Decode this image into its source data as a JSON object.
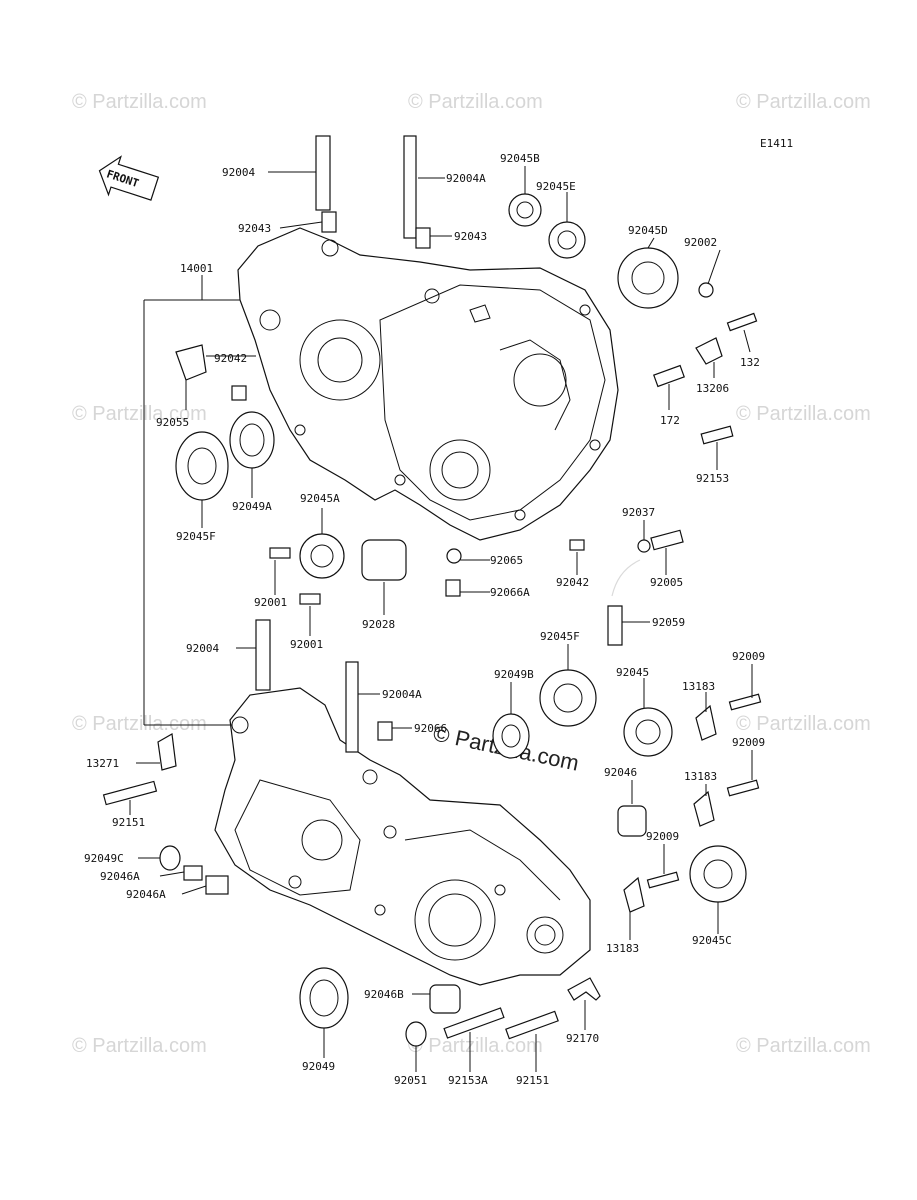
{
  "diagram_code": "E1411",
  "front_label": "FRONT",
  "watermark_text": "© Partzilla.com",
  "labels": {
    "92004_top": "92004",
    "92004A_top": "92004A",
    "92045B": "92045B",
    "92045E": "92045E",
    "92043_l": "92043",
    "92043_r": "92043",
    "92045D": "92045D",
    "92002": "92002",
    "14001": "14001",
    "132": "132",
    "92042_top": "92042",
    "13206": "13206",
    "92055": "92055",
    "172": "172",
    "92049A": "92049A",
    "92045F_l": "92045F",
    "92045A": "92045A",
    "92153": "92153",
    "92037": "92037",
    "92065": "92065",
    "92042_mid": "92042",
    "92005": "92005",
    "92001_a": "92001",
    "92066A": "92066A",
    "92028": "92028",
    "92001_b": "92001",
    "92059": "92059",
    "92004_bot": "92004",
    "92045F_r": "92045F",
    "92009_a": "92009",
    "92049B": "92049B",
    "92045": "92045",
    "13183_a": "13183",
    "92004A_bot": "92004A",
    "92066": "92066",
    "13271": "13271",
    "92009_b": "92009",
    "92151_l": "92151",
    "92046": "92046",
    "13183_b": "13183",
    "92009_c": "92009",
    "92049C": "92049C",
    "92046A_a": "92046A",
    "92046A_b": "92046A",
    "13183_c": "13183",
    "92045C": "92045C",
    "92046B": "92046B",
    "92049": "92049",
    "92051": "92051",
    "92153A": "92153A",
    "92151_r": "92151",
    "92170": "92170"
  }
}
